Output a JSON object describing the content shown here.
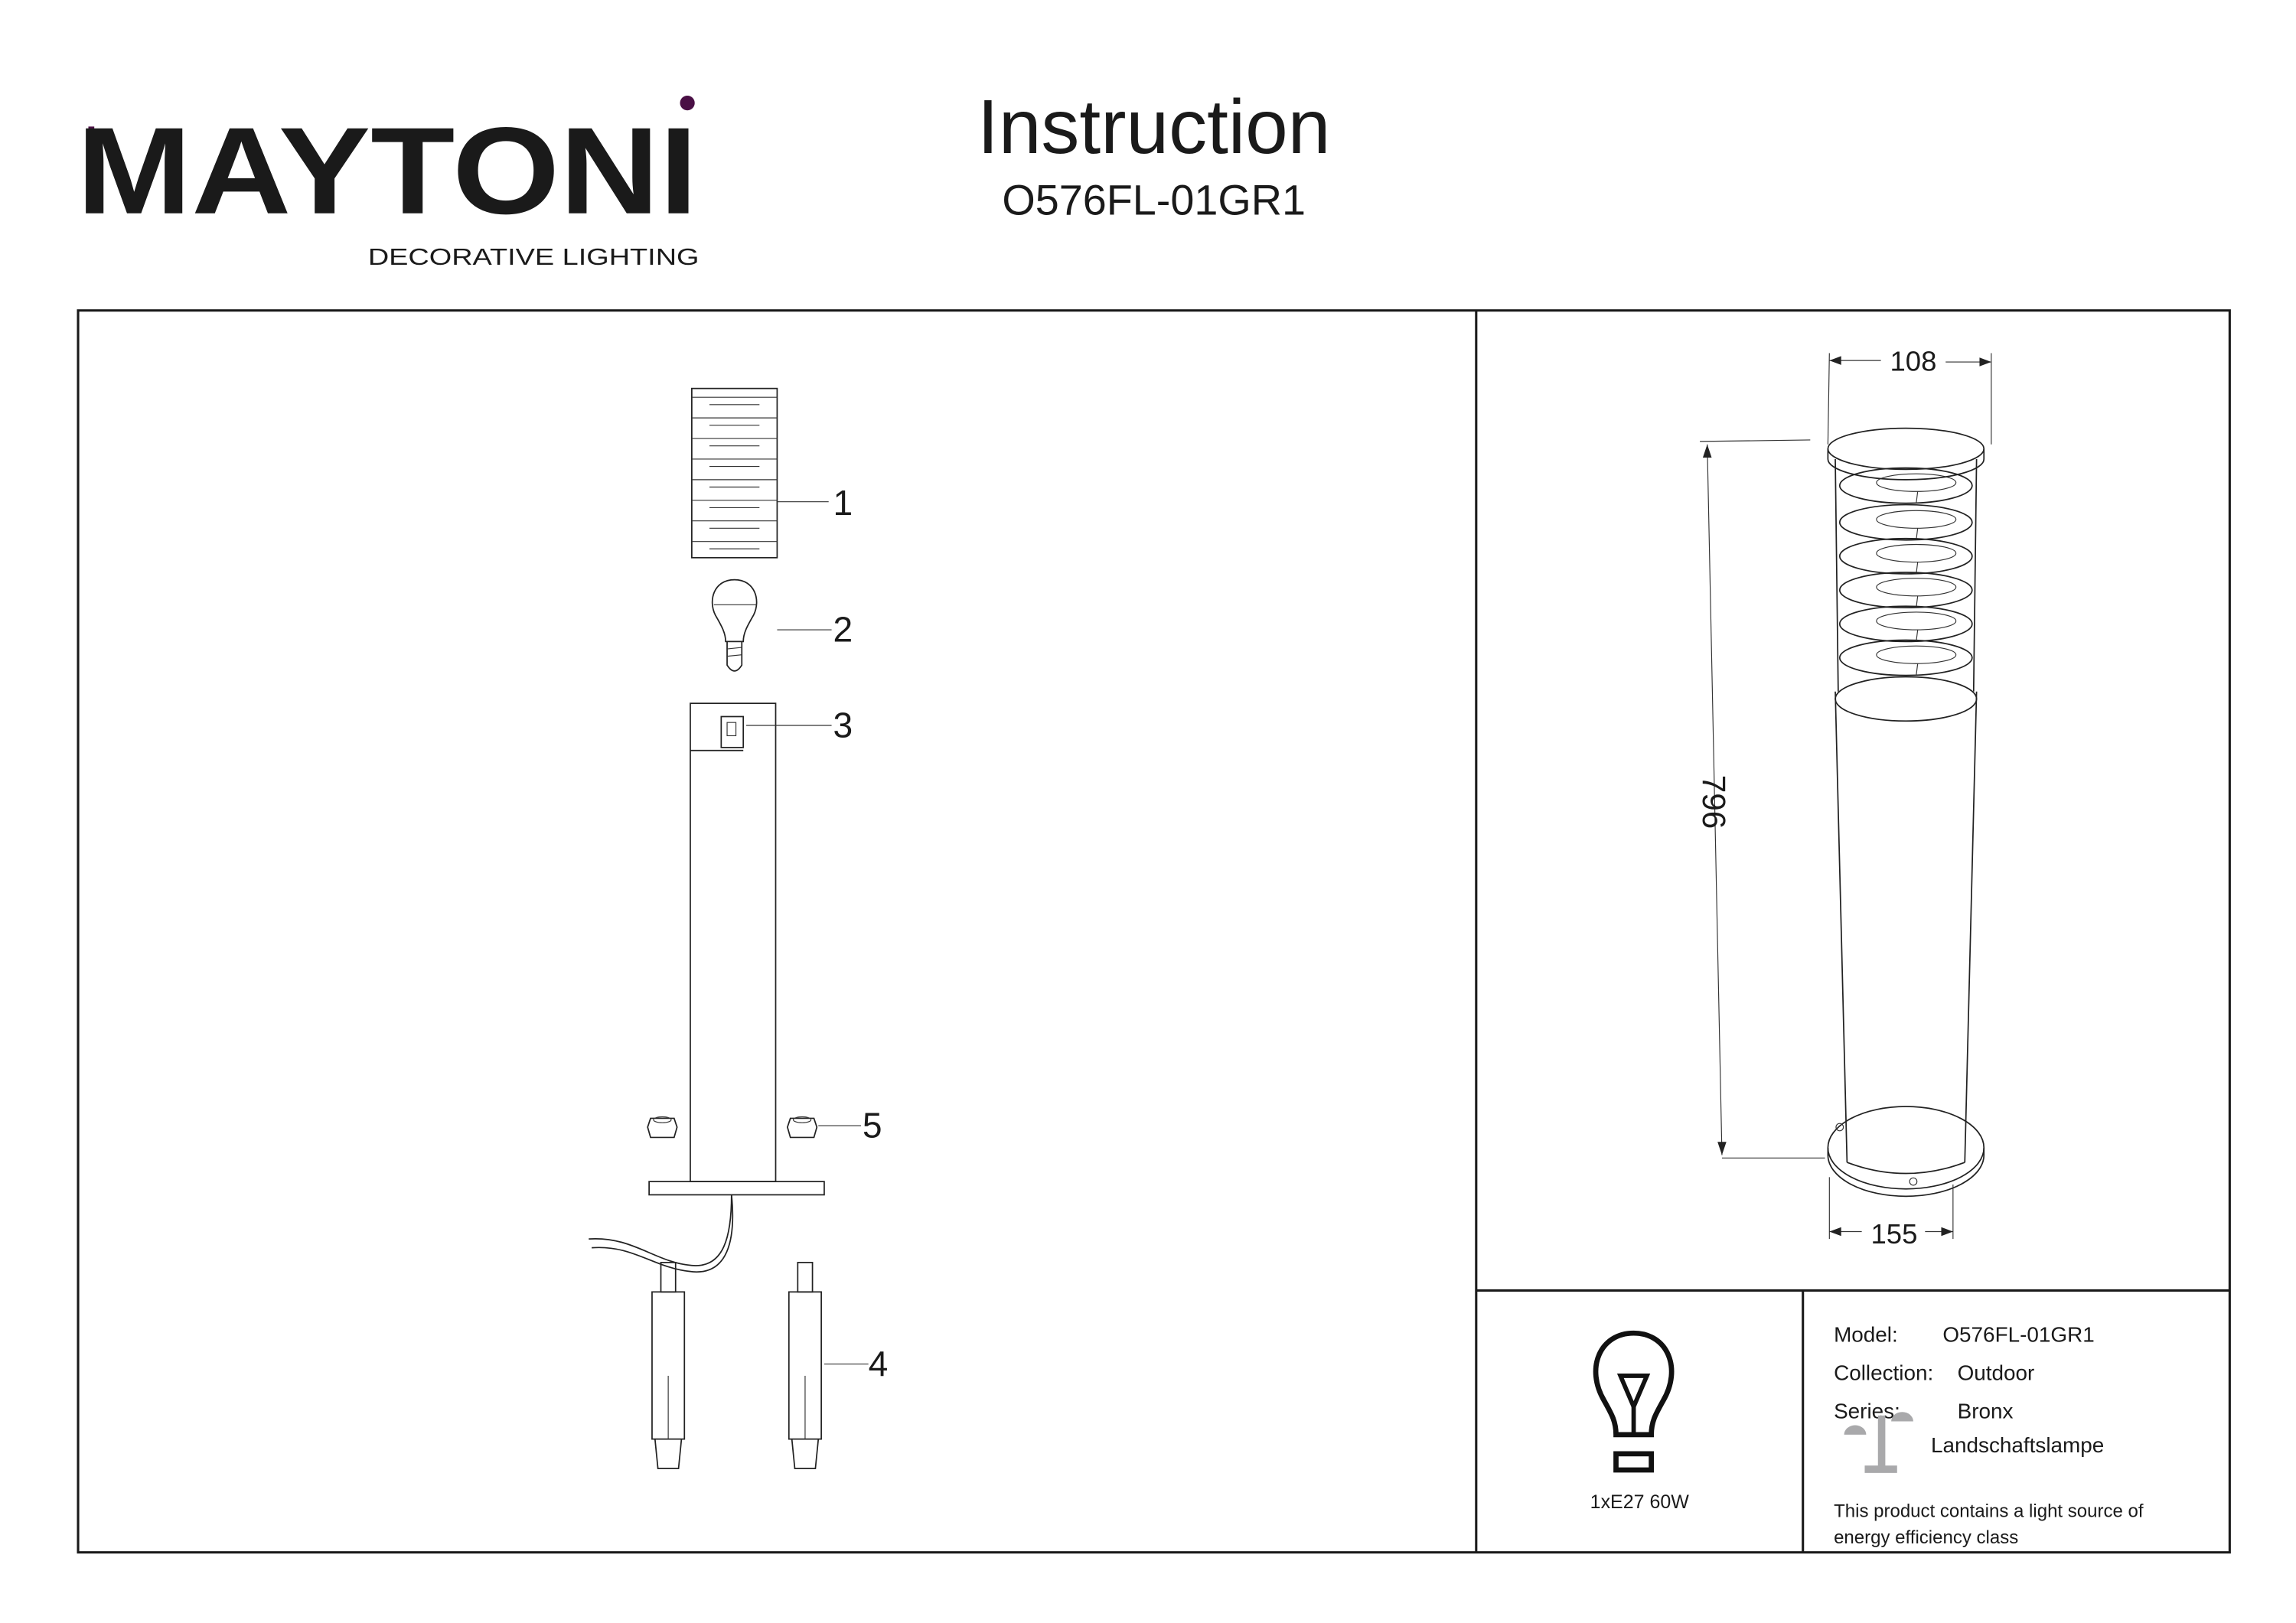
{
  "header": {
    "brand": "MAYTONI",
    "tagline": "DECORATIVE LIGHTING",
    "title": "Instruction",
    "model_code": "O576FL-01GR1"
  },
  "parts": {
    "labels": [
      "1",
      "2",
      "3",
      "4",
      "5"
    ]
  },
  "dimensions": {
    "top_width": "108",
    "height": "796",
    "base_width": "155"
  },
  "bulb": {
    "spec": "1xE27 60W"
  },
  "info": {
    "model_label": "Model:",
    "model_value": "O576FL-01GR1",
    "collection_label": "Collection:",
    "collection_value": "Outdoor",
    "series_label": "Series:",
    "series_value": "Bronx",
    "type_value": "Landschaftslampe",
    "energy_note_1": "This product contains a light source of",
    "energy_note_2": "energy efficiency class"
  },
  "colors": {
    "brand_accent": "#4a0f45",
    "text": "#1a1a1a",
    "icon_gray": "#a9a9ab"
  }
}
